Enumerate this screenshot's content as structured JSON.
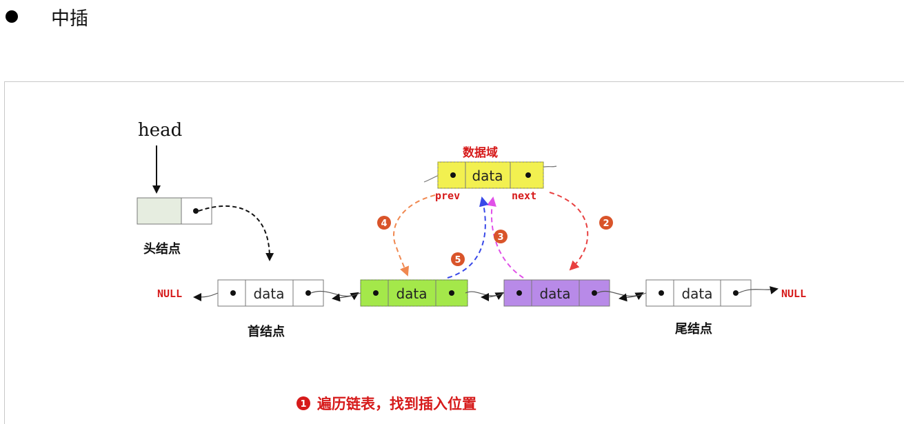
{
  "page": {
    "heading": "中插"
  },
  "diagram": {
    "head_label": "head",
    "head_node_caption": "头结点",
    "first_node_caption": "首结点",
    "tail_node_caption": "尾结点",
    "null_left": "NULL",
    "null_right": "NULL",
    "data_label": "data",
    "data_field_caption": "数据域",
    "prev_label": "prev",
    "next_label": "next",
    "step_numbers": [
      "1",
      "2",
      "3",
      "4",
      "5"
    ],
    "step_caption": "遍历链表，找到插入位置"
  },
  "colors": {
    "new_node_fill": "#f2f050",
    "prev_node_fill": "#a4e84a",
    "next_node_fill": "#b88ae8",
    "head_node_fill": "#e6ede0",
    "label_red": "#d61a1a",
    "step_badge": "#d9542a",
    "arrow_orange": "#f08850",
    "arrow_red": "#e84040",
    "arrow_magenta": "#e050e8",
    "arrow_blue": "#3848e8"
  }
}
